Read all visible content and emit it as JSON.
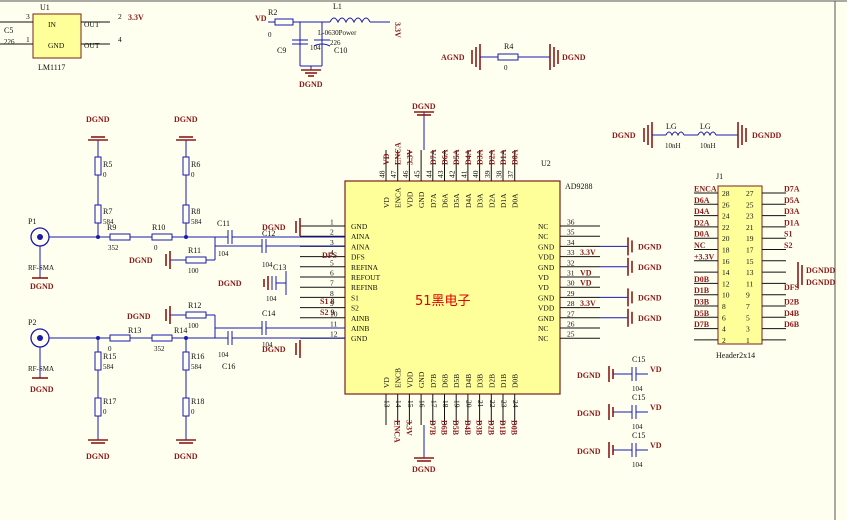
{
  "colors": {
    "wire": "#1a1ab0",
    "ground": "#8b1a1a",
    "chip_fill": "#ffff9a",
    "chip_text_red": "#e00000",
    "background": "#fffff0"
  },
  "regulator": {
    "ref": "U1",
    "part": "LM1117",
    "pins": [
      "IN",
      "GND",
      "OUT",
      "OUT"
    ],
    "pin_numbers": [
      "3",
      "1",
      "2",
      "4"
    ],
    "out_net": "3.3V",
    "cap_ref": "C5",
    "cap_val": "226"
  },
  "power": {
    "vd": "VD",
    "r2": "R2",
    "r2_val": "0",
    "l1": "L1",
    "l1_val": "L-0630Power",
    "c9": "C9",
    "c10": "C10",
    "c9_val": "104",
    "c10_val": "226",
    "net": "3.3V",
    "gnd": "DGND"
  },
  "bridge": {
    "agnd": "AGND",
    "r4": "R4",
    "r4_val": "0",
    "dgnd": "DGND"
  },
  "inductors": {
    "dgnd": "DGND",
    "lg1": "LG",
    "lg1_val": "10nH",
    "lg2": "LG",
    "lg2_val": "10nH",
    "dgndd": "DGNDD"
  },
  "chip": {
    "ref": "U2",
    "part": "AD9288",
    "brand": "51黑电子",
    "left_pins": [
      [
        "1",
        "GND"
      ],
      [
        "2",
        "AINA"
      ],
      [
        "3",
        "AINA"
      ],
      [
        "4",
        "DFS"
      ],
      [
        "5",
        "REFINA"
      ],
      [
        "6",
        "REFOUT"
      ],
      [
        "7",
        "REFINB"
      ],
      [
        "8",
        "S1"
      ],
      [
        "9",
        "S2"
      ],
      [
        "10",
        "AINB"
      ],
      [
        "11",
        "AINB"
      ],
      [
        "12",
        "GND"
      ]
    ],
    "right_pins": [
      [
        "36",
        "NC"
      ],
      [
        "35",
        "NC"
      ],
      [
        "34",
        "GND"
      ],
      [
        "33",
        "VDD"
      ],
      [
        "32",
        "GND"
      ],
      [
        "31",
        "VD"
      ],
      [
        "30",
        "VD"
      ],
      [
        "29",
        "GND"
      ],
      [
        "28",
        "VDD"
      ],
      [
        "27",
        "GND"
      ],
      [
        "26",
        "NC"
      ],
      [
        "25",
        "NC"
      ]
    ],
    "top_pins": [
      [
        "48",
        "VD"
      ],
      [
        "47",
        "ENCA"
      ],
      [
        "46",
        "VDD"
      ],
      [
        "45",
        "GND"
      ],
      [
        "44",
        "D7A"
      ],
      [
        "43",
        "D6A"
      ],
      [
        "42",
        "D5A"
      ],
      [
        "41",
        "D4A"
      ],
      [
        "40",
        "D3A"
      ],
      [
        "39",
        "D2A"
      ],
      [
        "38",
        "D1A"
      ],
      [
        "37",
        "D0A"
      ]
    ],
    "bottom_pins": [
      [
        "13",
        "VD"
      ],
      [
        "14",
        "ENCB"
      ],
      [
        "15",
        "VDD"
      ],
      [
        "16",
        "GND"
      ],
      [
        "17",
        "D7B"
      ],
      [
        "18",
        "D6B"
      ],
      [
        "19",
        "D5B"
      ],
      [
        "20",
        "D4B"
      ],
      [
        "21",
        "D3B"
      ],
      [
        "22",
        "D2B"
      ],
      [
        "23",
        "D1B"
      ],
      [
        "24",
        "D0B"
      ]
    ],
    "top_nets": [
      "VD",
      "ENCA",
      "3.3V",
      "",
      "D7A",
      "D6A",
      "D5A",
      "D4A",
      "D3A",
      "D2A",
      "D1A",
      "D0A"
    ],
    "bottom_nets": [
      "",
      "ENCA",
      "3.3V",
      "",
      "D7B",
      "D6B",
      "D5B",
      "D4B",
      "D3B",
      "D2B",
      "D1B",
      "D0B"
    ],
    "right_nets": [
      "",
      "",
      "DGND",
      "3.3V",
      "DGND",
      "VD",
      "VD",
      "DGND",
      "3.3V",
      "DGND",
      "",
      ""
    ],
    "s1_net": "S1 8",
    "s2_net": "S2 9",
    "dfs_net": "DFS",
    "top_gnd": "DGND",
    "bottom_gnd": "DGND"
  },
  "channel_a": {
    "port": "P1",
    "conn": "RF-SMA",
    "gnd": "DGND",
    "r5": "R5",
    "r6": "R6",
    "r7": "R7",
    "r8": "R8",
    "r9": "R9",
    "r10": "R10",
    "r11": "R11",
    "c11": "C11",
    "c12": "C12",
    "c13": "C13",
    "r5_val": "0",
    "r6_val": "0",
    "r7_val": "584",
    "r8_val": "584",
    "r9_val": "352",
    "r10_val": "0",
    "r11_val": "100",
    "c11_val": "104",
    "c12_val": "104",
    "c13_val": "104",
    "top_gnd1": "DGND",
    "top_gnd2": "DGND",
    "r11_gnd": "DGND",
    "c11_gnd": "DGND",
    "c13_gnd": "DGND"
  },
  "channel_b": {
    "port": "P2",
    "conn": "RF-SMA",
    "gnd": "DGND",
    "r12": "R12",
    "r13": "R13",
    "r14": "R14",
    "r15": "R15",
    "r16": "R16",
    "r17": "R17",
    "r18": "R18",
    "c14": "C14",
    "c16": "C16",
    "r12_val": "100",
    "r13_val": "0",
    "r14_val": "352",
    "r15_val": "584",
    "r16_val": "584",
    "r17_val": "0",
    "r18_val": "0",
    "c14_val": "104",
    "c16_val": "104",
    "r12_gnd": "DGND",
    "c14_gnd": "DGND",
    "bot_gnd1": "DGND",
    "bot_gnd2": "DGND"
  },
  "decoupling": [
    {
      "ref": "C15",
      "val": "104",
      "net": "VD",
      "gnd": "DGND"
    },
    {
      "ref": "C15",
      "val": "104",
      "net": "VD",
      "gnd": "DGND"
    },
    {
      "ref": "C15",
      "val": "104",
      "net": "VD",
      "gnd": "DGND"
    }
  ],
  "header": {
    "ref": "J1",
    "part": "Header2x14",
    "left_nets": [
      "ENCA",
      "D6A",
      "D4A",
      "D2A",
      "D0A",
      "NC",
      "+3.3V",
      "",
      "D0B",
      "D1B",
      "D3B",
      "D5B",
      "D7B",
      ""
    ],
    "left_pins": [
      "28",
      "26",
      "24",
      "22",
      "20",
      "18",
      "16",
      "14",
      "12",
      "10",
      "8",
      "6",
      "4",
      "2"
    ],
    "right_pins": [
      "27",
      "25",
      "23",
      "21",
      "19",
      "17",
      "15",
      "13",
      "11",
      "9",
      "7",
      "5",
      "3",
      "1"
    ],
    "right_nets": [
      "D7A",
      "D5A",
      "D3A",
      "D1A",
      "S1",
      "S2",
      "",
      "",
      "",
      "",
      "D2B",
      "D4B",
      "D6B",
      ""
    ],
    "gnd1": "DGNDD",
    "gnd2": "DGNDD",
    "dfs": "DFS"
  }
}
